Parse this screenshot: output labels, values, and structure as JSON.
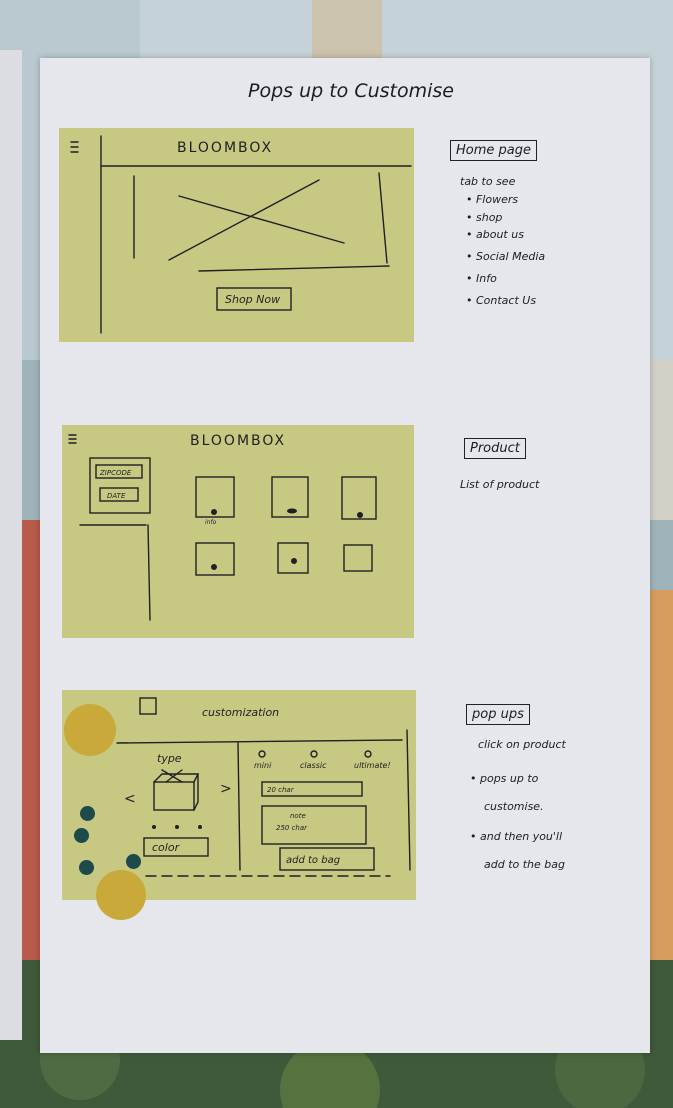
{
  "paper": {
    "title": "Pops up to Customise"
  },
  "sketch1": {
    "logo": "BLOOMBOX",
    "menu_icon": "hamburger-icon",
    "cta": "Shop Now"
  },
  "sketch2": {
    "logo": "BLOOMBOX",
    "menu_icon": "hamburger-icon",
    "filter_1": "ZIPCODE",
    "filter_2": "DATE",
    "product_label": "info"
  },
  "sketch3": {
    "heading": "customization",
    "type_label": "type",
    "color_label": "color",
    "sizes": [
      "mini",
      "classic",
      "ultimate!"
    ],
    "field_1": "20 char",
    "field_2_line1": "note",
    "field_2_line2": "250 char",
    "add_button": "add to bag"
  },
  "notes": {
    "home": {
      "title": "Home page",
      "intro": "tab to see",
      "items": [
        "• Flowers",
        "• shop",
        "• about us",
        "• Social Media",
        "• Info",
        "• Contact Us"
      ]
    },
    "product": {
      "title": "Product",
      "line": "List of product"
    },
    "popups": {
      "title": "pop ups",
      "lines": [
        "click on product",
        "• pops up to",
        "customise.",
        "• and then you'll",
        "add to the bag"
      ]
    }
  },
  "colors": {
    "sticky": "#c7c982",
    "paper": "#e6e7ec",
    "dot_yellow": "#c9a93a",
    "dot_teal": "#1d4a4a"
  }
}
